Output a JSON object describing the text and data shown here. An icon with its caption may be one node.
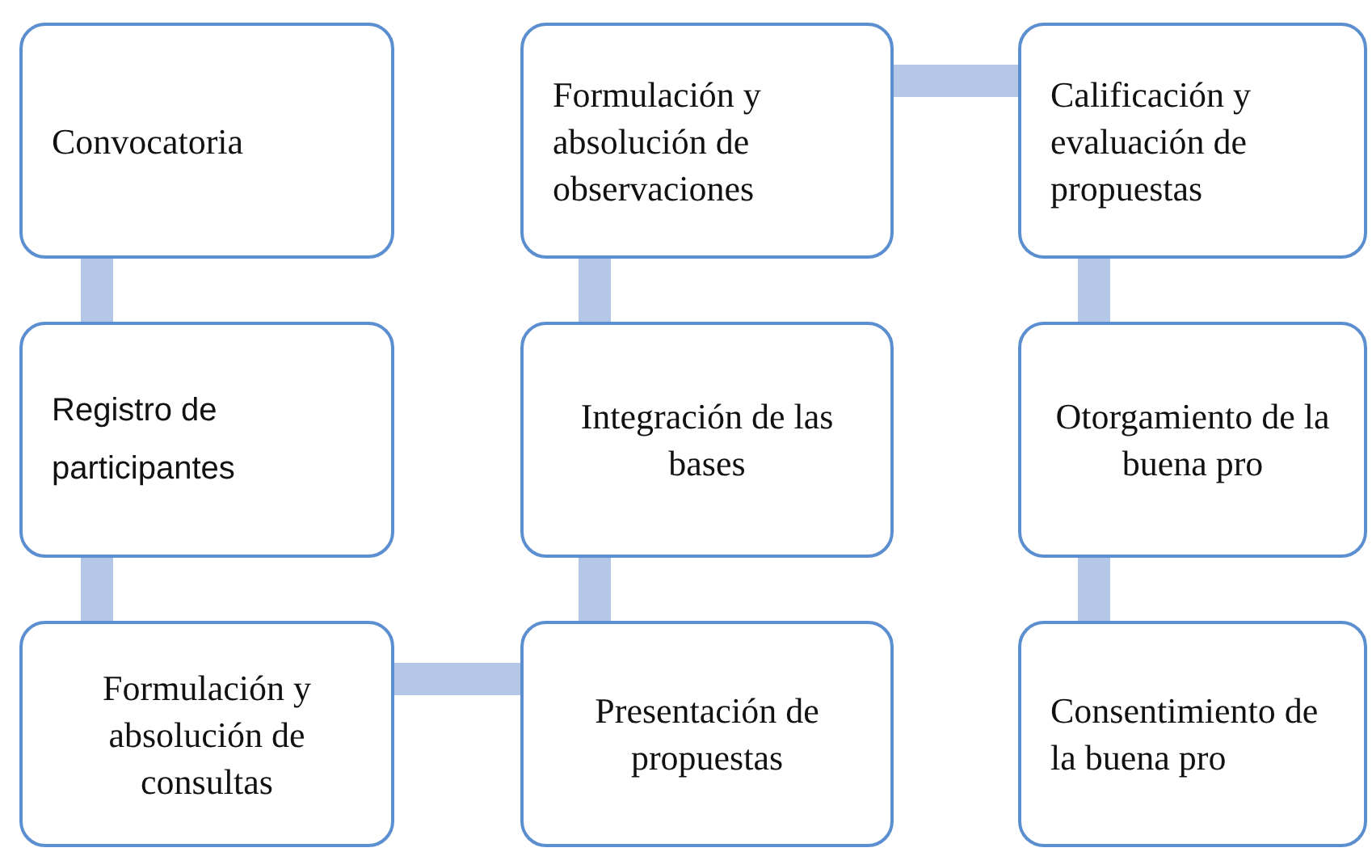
{
  "diagram": {
    "nodes": [
      {
        "text": [
          "Convocatoria"
        ]
      },
      {
        "text": [
          "Formulación y absolución de observaciones"
        ]
      },
      {
        "text": [
          "Calificación y evaluación de propuestas"
        ]
      },
      {
        "text": [
          "Registro de participantes"
        ]
      },
      {
        "text": [
          "Integración de las bases"
        ]
      },
      {
        "text": [
          "Otorgamiento de la buena pro"
        ]
      },
      {
        "text": [
          "Formulación y absolución de consultas"
        ]
      },
      {
        "text": [
          "Presentación de propuestas"
        ]
      },
      {
        "text": [
          "Consentimiento de la buena pro"
        ]
      }
    ],
    "edges": [
      {
        "from": 0,
        "to": 3,
        "arrow": "none"
      },
      {
        "from": 3,
        "to": 6,
        "arrow": "none"
      },
      {
        "from": 6,
        "to": 7,
        "arrow": "none"
      },
      {
        "from": 7,
        "to": 4,
        "arrow": "none"
      },
      {
        "from": 4,
        "to": 1,
        "arrow": "none"
      },
      {
        "from": 1,
        "to": 2,
        "arrow": "none"
      },
      {
        "from": 2,
        "to": 5,
        "arrow": "none"
      },
      {
        "from": 5,
        "to": 8,
        "arrow": "none"
      }
    ]
  }
}
